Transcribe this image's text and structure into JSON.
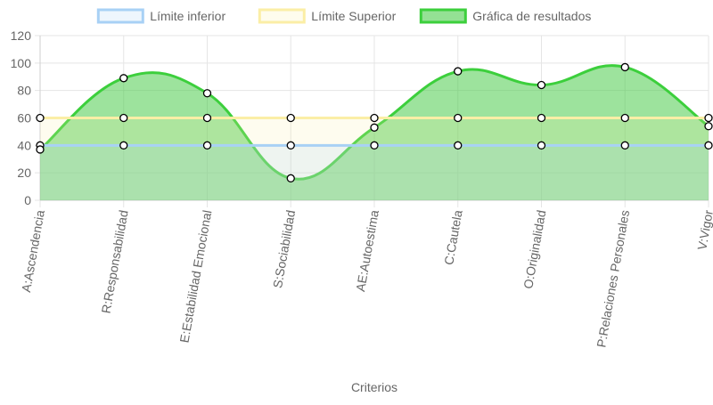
{
  "chart_data": {
    "type": "area",
    "categories": [
      "A:Ascendencia",
      "R:Responsabilidad",
      "E:Estabilidad Emocional",
      "S:Sociabilidad",
      "AE:Autoestima",
      "C:Cautela",
      "O:Originalidad",
      "P:Relaciones Personales",
      "V:Vigor"
    ],
    "series": [
      {
        "name": "Límite inferior",
        "values": [
          40,
          40,
          40,
          40,
          40,
          40,
          40,
          40,
          40
        ],
        "color": "#a8d1f5",
        "fill": "rgba(168,209,245,0.18)"
      },
      {
        "name": "Límite Superior",
        "values": [
          60,
          60,
          60,
          60,
          60,
          60,
          60,
          60,
          60
        ],
        "color": "#fbeea6",
        "fill": "rgba(251,238,166,0.18)"
      },
      {
        "name": "Gráfica de resultados",
        "values": [
          37,
          89,
          78,
          16,
          53,
          94,
          84,
          97,
          54
        ],
        "color": "#3ccf3c",
        "fill": "rgba(60,200,60,0.5)"
      }
    ],
    "xlabel": "Criterios",
    "ylabel": "",
    "ylim": [
      0,
      120
    ],
    "yticks": [
      0,
      20,
      40,
      60,
      80,
      100,
      120
    ],
    "grid": true,
    "legend_position": "top"
  }
}
